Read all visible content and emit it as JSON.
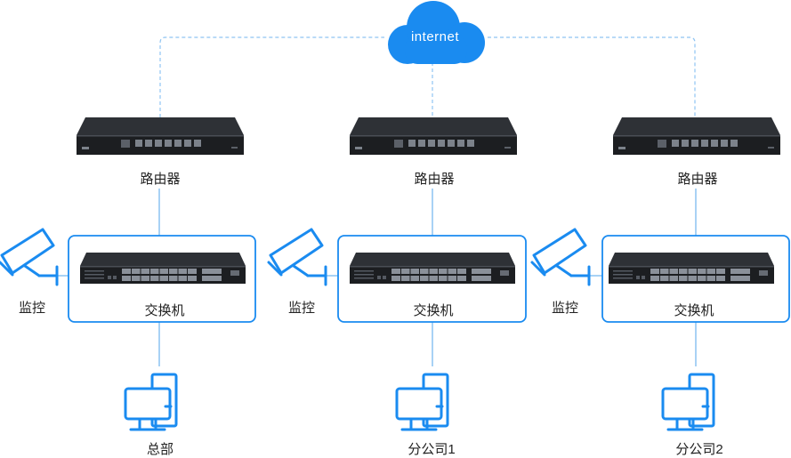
{
  "cloud": {
    "label": "internet"
  },
  "sites": [
    {
      "router_label": "路由器",
      "switch_label": "交换机",
      "camera_label": "监控",
      "pc_label": "总部"
    },
    {
      "router_label": "路由器",
      "switch_label": "交换机",
      "camera_label": "监控",
      "pc_label": "分公司1"
    },
    {
      "router_label": "路由器",
      "switch_label": "交换机",
      "camera_label": "监控",
      "pc_label": "分公司2"
    }
  ],
  "colors": {
    "accent": "#1a8bf0",
    "dashed_line": "#8fc4f2",
    "device_body": "#1e2024",
    "solid_line": "#6fb3ee"
  }
}
